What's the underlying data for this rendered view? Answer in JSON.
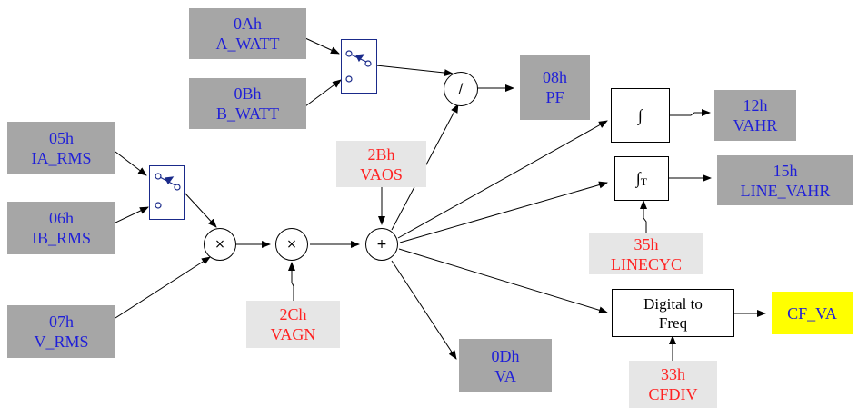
{
  "registers": {
    "a_watt": {
      "addr": "0Ah",
      "name": "A_WATT"
    },
    "b_watt": {
      "addr": "0Bh",
      "name": "B_WATT"
    },
    "ia_rms": {
      "addr": "05h",
      "name": "IA_RMS"
    },
    "ib_rms": {
      "addr": "06h",
      "name": "IB_RMS"
    },
    "v_rms": {
      "addr": "07h",
      "name": "V_RMS"
    },
    "vagn": {
      "addr": "2Ch",
      "name": "VAGN"
    },
    "vaos": {
      "addr": "2Bh",
      "name": "VAOS"
    },
    "pf": {
      "addr": "08h",
      "name": "PF"
    },
    "va": {
      "addr": "0Dh",
      "name": "VA"
    },
    "vahr": {
      "addr": "12h",
      "name": "VAHR"
    },
    "line_vahr": {
      "addr": "15h",
      "name": "LINE_VAHR"
    },
    "linecyc": {
      "addr": "35h",
      "name": "LINECYC"
    },
    "cfdiv": {
      "addr": "33h",
      "name": "CFDIV"
    }
  },
  "operators": {
    "multiply": "×",
    "add": "+",
    "divide": "/"
  },
  "blocks": {
    "integrator": "∫",
    "line_integrator": "∫",
    "line_integrator_subscript": "T",
    "digital_to_freq_line1": "Digital to",
    "digital_to_freq_line2": "Freq"
  },
  "output": {
    "cf_va": "CF_VA"
  },
  "colors": {
    "register_fill": "#a6a6a6",
    "register_text": "#1f1fd8",
    "calibration_fill": "#e6e6e6",
    "calibration_text": "#ff2222",
    "output_fill": "#ffff00",
    "mux_border": "#1a2a8a"
  },
  "icons": {
    "mux": "switch-icon",
    "wire": "arrow-icon"
  }
}
